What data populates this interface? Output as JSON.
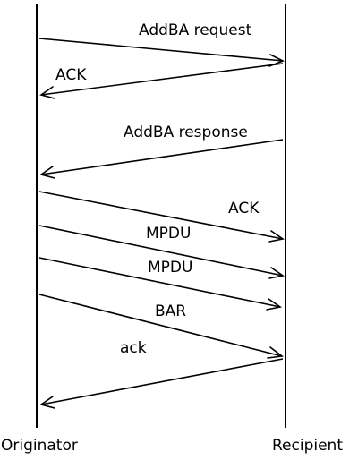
{
  "participants": {
    "originator": "Originator",
    "recipient": "Recipient"
  },
  "messages": [
    {
      "label": "AddBA request",
      "from": "originator",
      "to": "recipient"
    },
    {
      "label": "ACK",
      "from": "recipient",
      "to": "originator"
    },
    {
      "label": "AddBA response",
      "from": "recipient",
      "to": "originator"
    },
    {
      "label": "ACK",
      "from": "originator",
      "to": "recipient"
    },
    {
      "label": "MPDU",
      "from": "originator",
      "to": "recipient"
    },
    {
      "label": "MPDU",
      "from": "originator",
      "to": "recipient"
    },
    {
      "label": "BAR",
      "from": "originator",
      "to": "recipient"
    },
    {
      "label": "ack",
      "from": "recipient",
      "to": "originator"
    }
  ]
}
